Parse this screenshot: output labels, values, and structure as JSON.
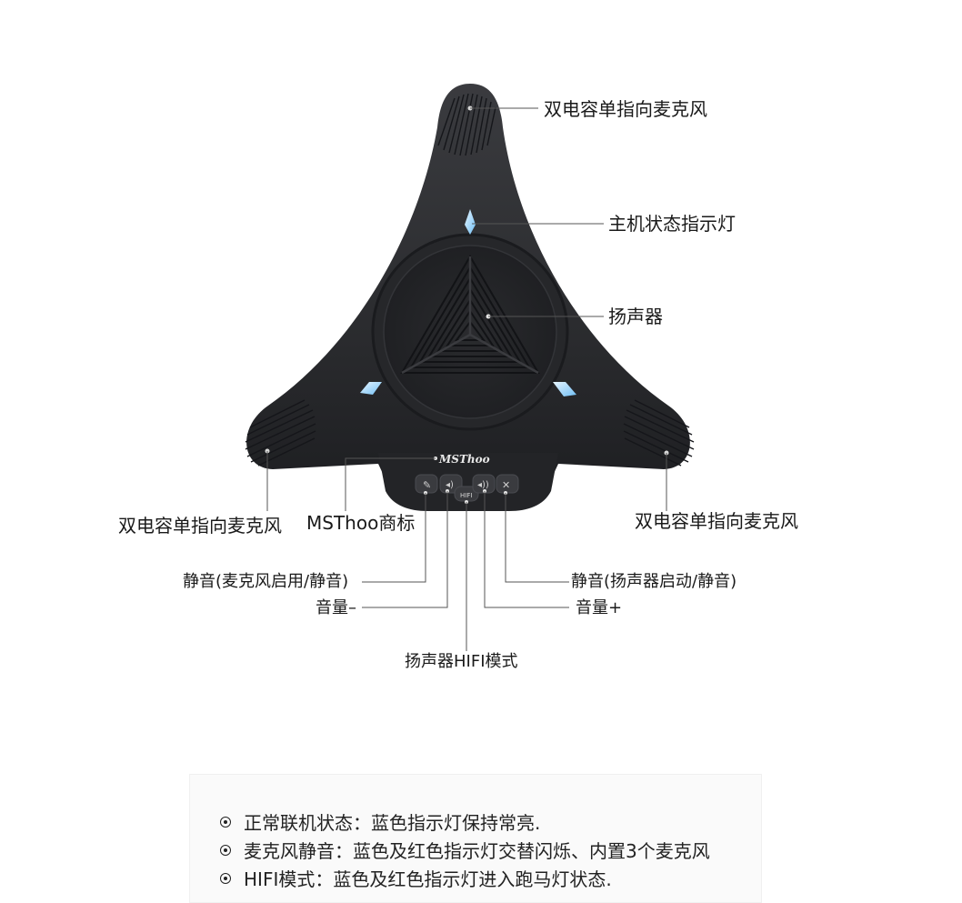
{
  "labels": {
    "mic_top": "双电容单指向麦克风",
    "status_light": "主机状态指示灯",
    "speaker": "扬声器",
    "mic_left": "双电容单指向麦克风",
    "logo_label": "MSThoo商标",
    "mic_right": "双电容单指向麦克风",
    "mute_mic": "静音(麦克风启用/静音)",
    "mute_speaker": "静音(扬声器启动/静音)",
    "vol_down": "音量–",
    "vol_up": "音量+",
    "hifi": "扬声器HIFI模式"
  },
  "device": {
    "brand": "MSThoo",
    "hifi_button": "HIFI"
  },
  "notes": [
    "正常联机状态：蓝色指示灯保持常亮.",
    "麦克风静音：蓝色及红色指示灯交替闪烁、内置3个麦克风",
    "HIFI模式：蓝色及红色指示灯进入跑马灯状态."
  ],
  "colors": {
    "device_body": "#2b2c2f",
    "led": "#8fd0ff",
    "text": "#1a1a1a"
  }
}
